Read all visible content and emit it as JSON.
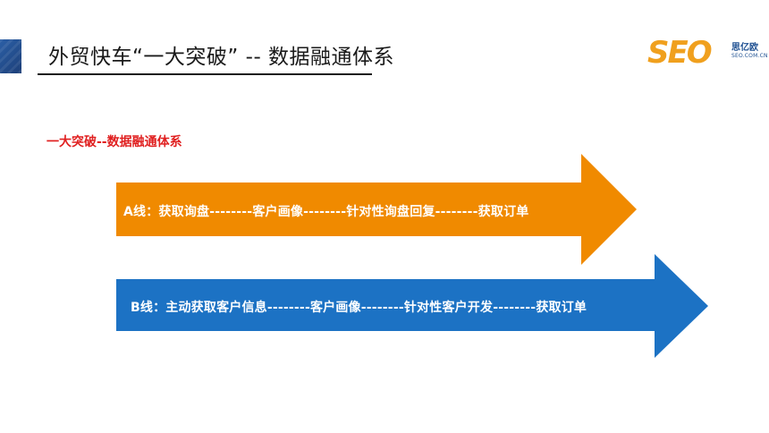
{
  "header": {
    "title": "外贸快车“一大突破”  -- 数据融通体系"
  },
  "logo": {
    "wordmark": "SEO",
    "name_cn": "思亿欧",
    "url": "SEO.COM.CN"
  },
  "section": {
    "subtitle": "一大突破--数据融通体系"
  },
  "arrows": [
    {
      "label": "A线：获取询盘--------客户画像--------针对性询盘回复--------获取订单",
      "color": "#f08a00"
    },
    {
      "label": "B线：主动获取客户信息--------客户画像--------针对性客户开发--------获取订单",
      "color": "#1c72c4"
    }
  ],
  "colors": {
    "accent_red": "#e02020",
    "logo_orange": "#f0a01e",
    "logo_blue": "#1d4f91"
  }
}
